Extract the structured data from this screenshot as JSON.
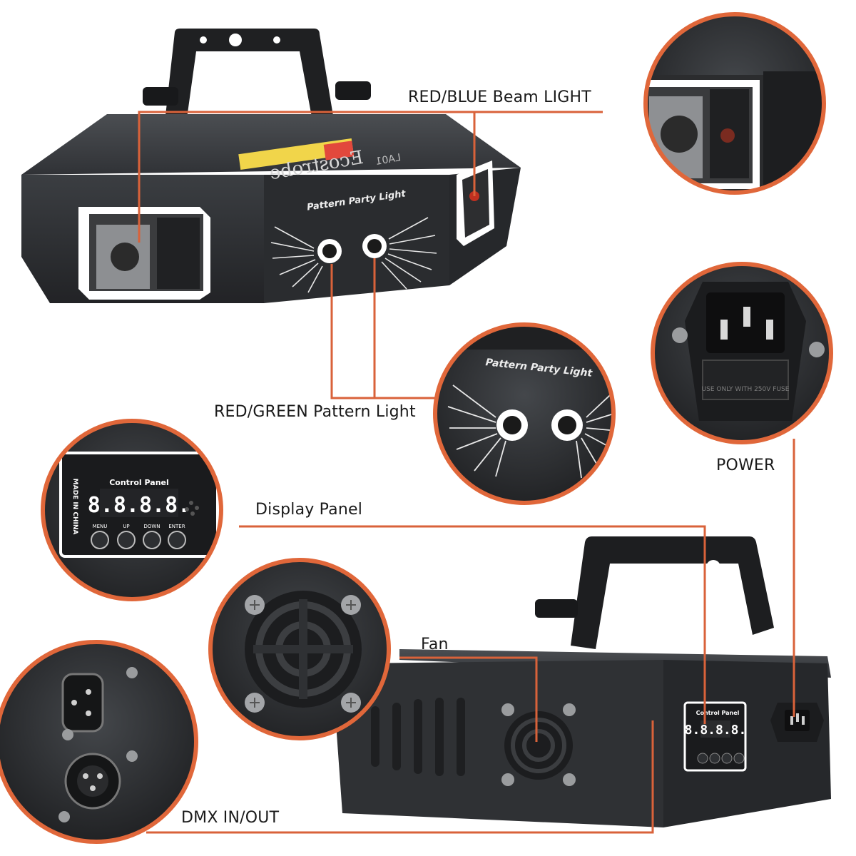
{
  "labels": {
    "beam": "RED/BLUE Beam LIGHT",
    "pattern": "RED/GREEN Pattern Light",
    "power": "POWER",
    "display": "Display Panel",
    "fan": "Fan",
    "dmx": "DMX IN/OUT"
  },
  "product": {
    "brand": "Ecostrobe",
    "model": "LA01",
    "face_text": "Pattern Party Light"
  },
  "panel": {
    "title": "Control Panel",
    "origin": "MADE IN CHINA",
    "display": "8.8.8.8.",
    "buttons": [
      "MENU",
      "UP",
      "DOWN",
      "ENTER"
    ]
  },
  "power_socket": {
    "fuse_text": "USE ONLY WITH 250V FUSE"
  },
  "colors": {
    "accent_orange": "#e0673a",
    "callout_line": "#d9623a",
    "housing": "#2e3033",
    "housing_dark": "#1c1d1f",
    "window_frame": "#ffffff"
  }
}
